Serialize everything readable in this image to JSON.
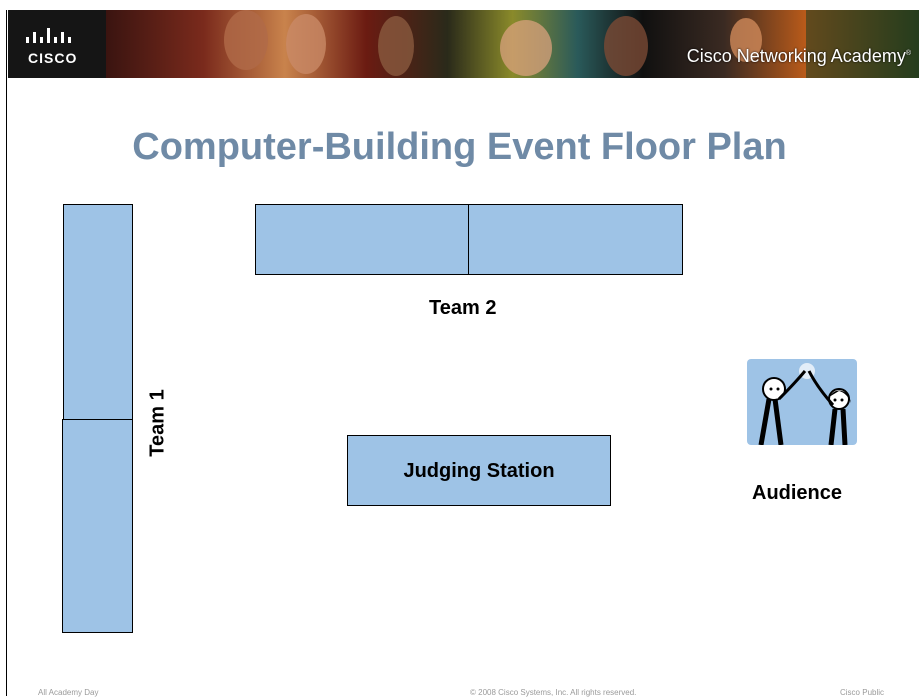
{
  "banner": {
    "logo_text": "CISCO",
    "academy_text": "Cisco Networking Academy",
    "academy_mark": "®"
  },
  "slide": {
    "title": "Computer-Building Event Floor Plan"
  },
  "floor_plan": {
    "team1_label": "Team 1",
    "team2_label": "Team 2",
    "judging_label": "Judging Station",
    "audience_label": "Audience",
    "audience_icon": "audience-high-five-icon",
    "table_color": "#9ec3e6"
  },
  "footer": {
    "left": "All Academy Day",
    "center": "© 2008 Cisco Systems, Inc. All rights reserved.",
    "right": "Cisco Public"
  },
  "colors": {
    "title": "#6f8aa6",
    "banner_bg": "#1a1a1a"
  }
}
